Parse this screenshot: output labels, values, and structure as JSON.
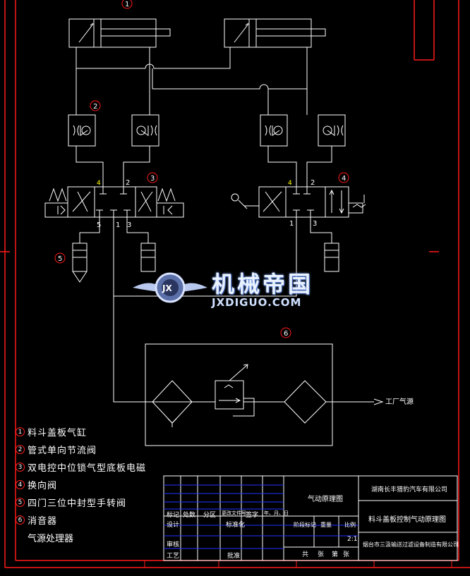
{
  "callouts": [
    "1",
    "2",
    "3",
    "4",
    "5",
    "6"
  ],
  "port_labels": {
    "valve3": {
      "a": "4",
      "b": "2",
      "r": "5",
      "p": "1",
      "s": "3"
    },
    "valve4": {
      "a": "4",
      "b": "2",
      "p": "1",
      "r": "3"
    }
  },
  "air_source_label": "工厂气源",
  "watermark": {
    "cn": "机械帝国",
    "en": "JXDIGUO.COM",
    "badge": "JX"
  },
  "legend": [
    {
      "num": "1",
      "text": "料斗盖板气缸"
    },
    {
      "num": "2",
      "text": "管式单向节流阀"
    },
    {
      "num": "3",
      "text": "双电控中位锁气型底板电磁"
    },
    {
      "num": "4",
      "text": "换向阀"
    },
    {
      "num": "5",
      "text": "四门三位中封型手转阀"
    },
    {
      "num": "6",
      "text": "消音器"
    }
  ],
  "legend_extra": "气源处理器",
  "title_block": {
    "drawing_name": "气动原理图",
    "company_top": "湖南长丰猎豹汽车有限公司",
    "part_title": "料斗盖板控制气动原理图",
    "company_bottom": "烟台市三汲输送过滤设备制造有限公司",
    "labels": [
      "标记",
      "处数",
      "分区",
      "更改文件号",
      "签字",
      "年、月、日",
      "设计",
      "标准化",
      "阶段标记",
      "重量",
      "比例",
      "审核",
      "工艺",
      "批准",
      "共",
      "张",
      "第",
      "张"
    ],
    "scale": "2:1"
  },
  "colors": {
    "line": "#ffffff",
    "border": "#ff1a1a",
    "grid_blue": "#2233ff",
    "accent_yellow": "#ffff00"
  }
}
